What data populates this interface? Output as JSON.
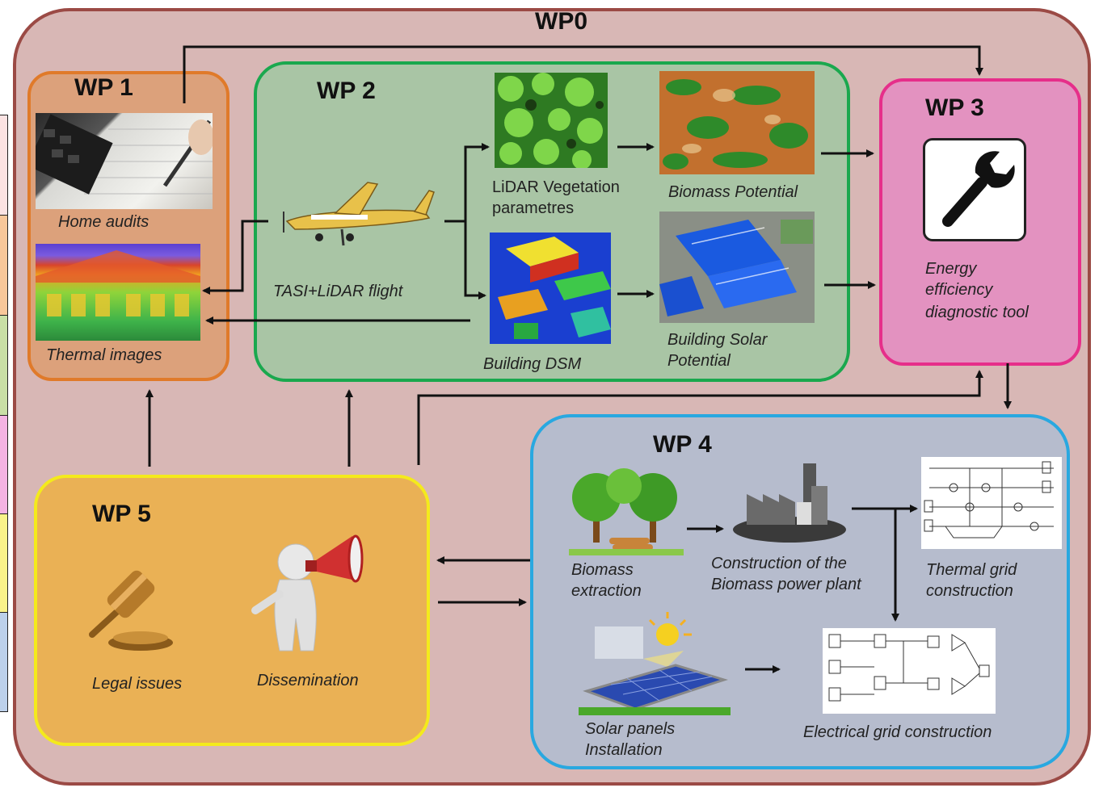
{
  "wp0": {
    "title": "WP0"
  },
  "wp1": {
    "title": "WP 1",
    "home_audits": "Home audits",
    "thermal_images": "Thermal images"
  },
  "wp2": {
    "title": "WP 2",
    "flight": "TASI+LiDAR flight",
    "lidar_line1": "LiDAR Vegetation",
    "lidar_line2": "parametres",
    "biomass_potential": "Biomass Potential",
    "building_dsm": "Building DSM",
    "solar_line1": "Building Solar",
    "solar_line2": "Potential"
  },
  "wp3": {
    "title": "WP 3",
    "tool_line1": "Energy",
    "tool_line2": "efficiency",
    "tool_line3": "diagnostic tool"
  },
  "wp4": {
    "title": "WP 4",
    "biomass_line1": "Biomass",
    "biomass_line2": "extraction",
    "plant_line1": "Construction of  the",
    "plant_line2": "Biomass power plant",
    "thermal_line1": "Thermal grid",
    "thermal_line2": "construction",
    "solar_line1": "Solar panels",
    "solar_line2": "Installation",
    "electrical": "Electrical grid construction"
  },
  "wp5": {
    "title": "WP 5",
    "legal": "Legal issues",
    "dissemination": "Dissemination"
  },
  "colors": {
    "wp0_border": "#9b4a45",
    "wp0_fill": "#d8b7b5",
    "wp1_border": "#e07a2a",
    "wp2_border": "#1aa84e",
    "wp3_border": "#e62e8a",
    "wp4_border": "#29a8e0",
    "wp5_border": "#f4ea1c"
  },
  "icons": [
    "home-audit-photo",
    "thermal-image",
    "airplane-icon",
    "lidar-vegetation-map",
    "biomass-map",
    "building-dsm-image",
    "solar-potential-image",
    "wrench-icon",
    "trees-icon",
    "power-plant-icon",
    "thermal-grid-diagram",
    "solar-panel-icon",
    "electrical-grid-diagram",
    "gavel-icon",
    "megaphone-figure-icon"
  ]
}
